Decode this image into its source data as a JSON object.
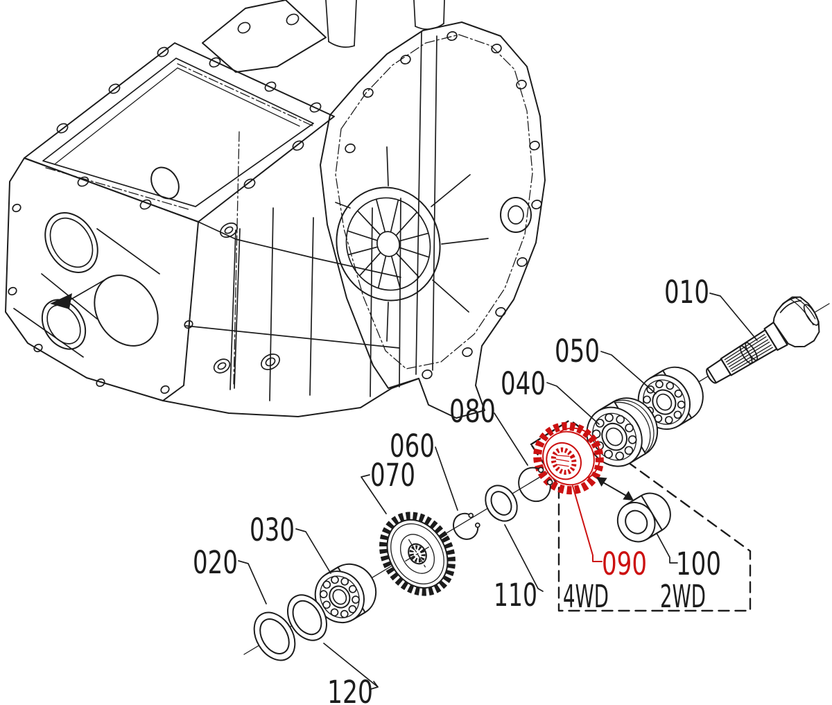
{
  "colors": {
    "background": "#ffffff",
    "line_ink": "#1c1c1c",
    "highlight_red": "#cc1111"
  },
  "diagram": {
    "callouts": {
      "c010": {
        "ref": "010"
      },
      "c020": {
        "ref": "020"
      },
      "c030": {
        "ref": "030"
      },
      "c040": {
        "ref": "040"
      },
      "c050": {
        "ref": "050"
      },
      "c060": {
        "ref": "060"
      },
      "c070": {
        "ref": "070"
      },
      "c080": {
        "ref": "080"
      },
      "c090": {
        "ref": "090",
        "highlighted": true
      },
      "c100": {
        "ref": "100"
      },
      "c110": {
        "ref": "110"
      },
      "c120": {
        "ref": "120"
      }
    },
    "regions": {
      "left_label": "4WD",
      "right_label": "2WD"
    }
  }
}
